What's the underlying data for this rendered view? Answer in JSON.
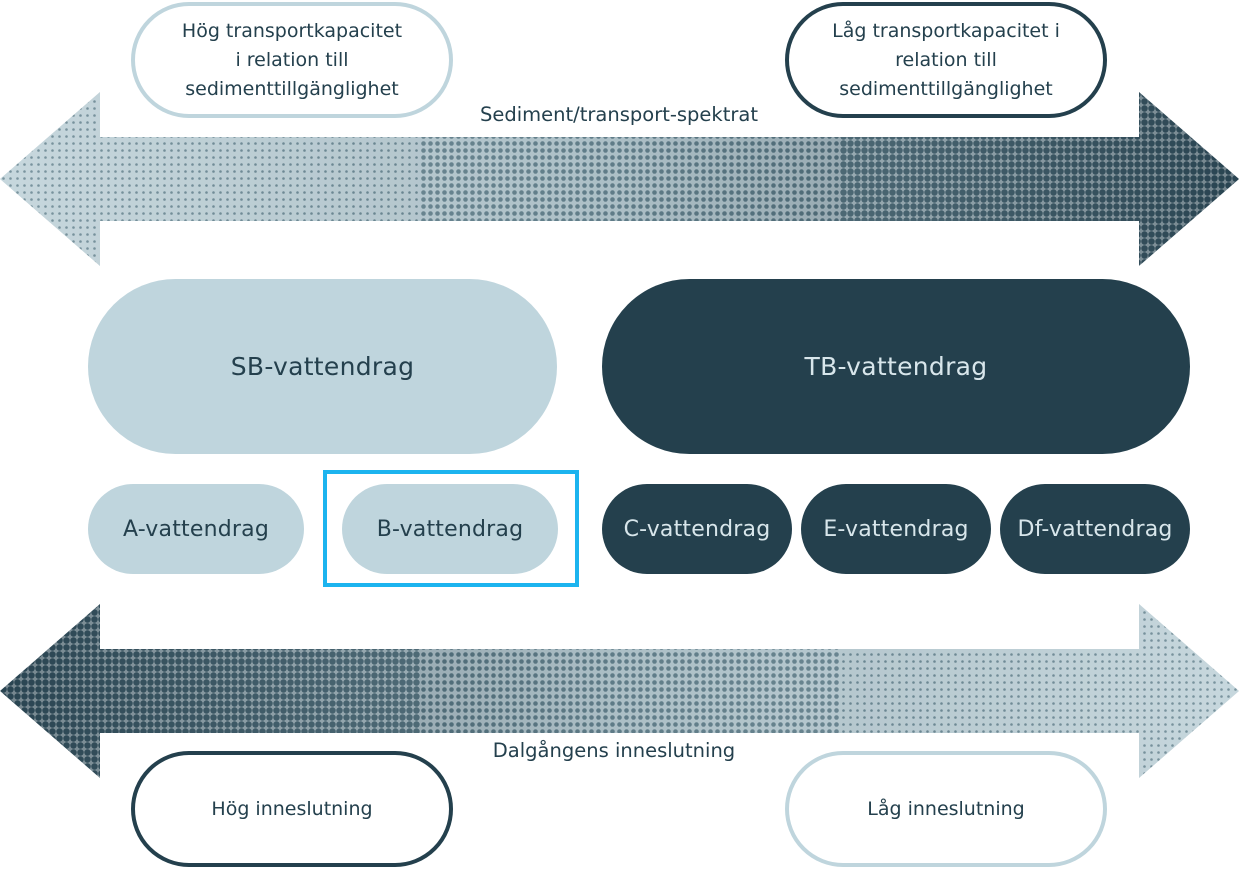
{
  "colors": {
    "dark": "#24404d",
    "light": "#bfd5dd",
    "highlight": "#1cb4ef"
  },
  "top_arrow": {
    "label": "Sediment/transport-spektrat",
    "gradient": "light-to-dark"
  },
  "bottom_arrow": {
    "label": "Dalgångens inneslutning",
    "gradient": "dark-to-light"
  },
  "top_left_note": [
    "Hög transportkapacitet",
    "i relation till",
    "sedimenttillgänglighet"
  ],
  "top_right_note": [
    "Låg transportkapacitet i",
    "relation till",
    "sedimenttillgänglighet"
  ],
  "groups": {
    "sb": "SB-vattendrag",
    "tb": "TB-vattendrag"
  },
  "types": {
    "a": "A-vattendrag",
    "b": "B-vattendrag",
    "c": "C-vattendrag",
    "e": "E-vattendrag",
    "df": "Df-vattendrag"
  },
  "highlighted_type": "B-vattendrag",
  "bottom_left_note": "Hög inneslutning",
  "bottom_right_note": "Låg inneslutning"
}
